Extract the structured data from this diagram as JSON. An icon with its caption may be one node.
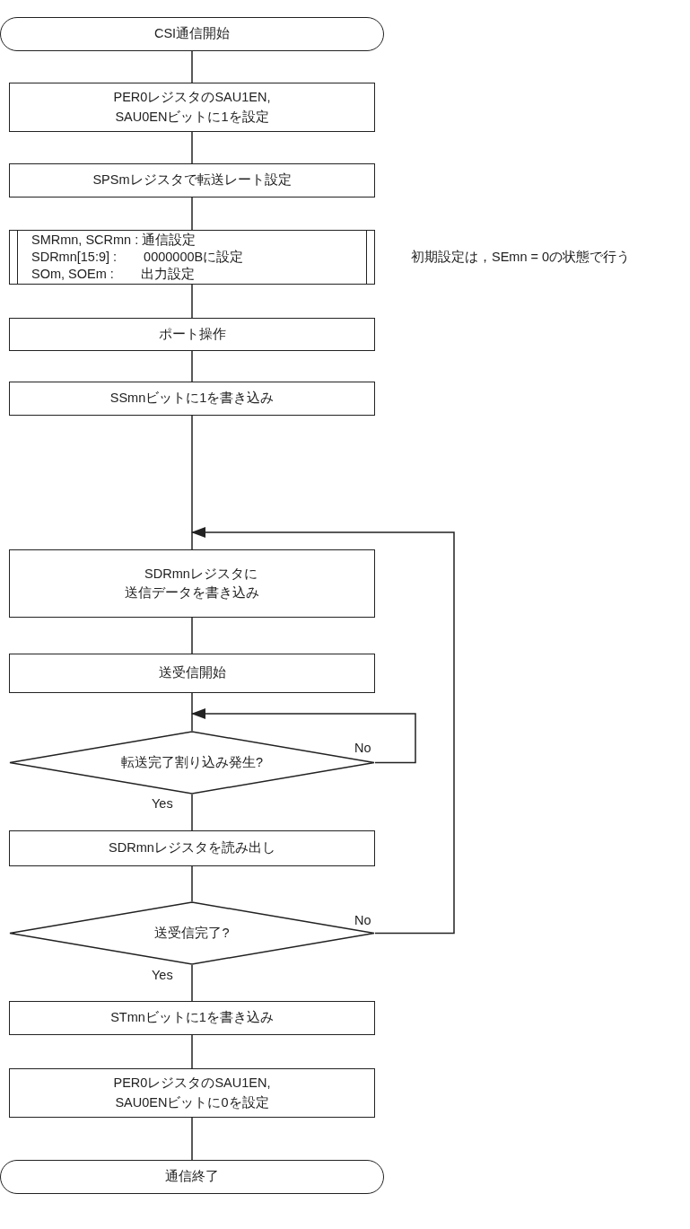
{
  "diagram": {
    "nodes": [
      {
        "text": [
          "CSI通信開始"
        ]
      },
      {
        "text": [
          "PER0レジスタのSAU1EN, SAU0ENビットに1を設定"
        ]
      },
      {
        "text": [
          "SPSmレジスタで転送レート設定"
        ]
      },
      {
        "text": [
          "SMRmn, SCRmn : 通信設定",
          "SDRmn[15:9] :　　0000000Bに設定",
          "SOm, SOEm :　　出力設定"
        ],
        "beside": [
          "初期設定は，SEmn = 0の状態で行う"
        ]
      },
      {
        "text": [
          "ポート操作"
        ]
      },
      {
        "text": [
          "SSmnビットに1を書き込み"
        ]
      },
      {
        "text": [
          "SDRmnレジスタに送信データを書き込み"
        ]
      },
      {
        "text": [
          "送受信開始"
        ]
      },
      {
        "text": [
          "転送完了割り込み発生?"
        ]
      },
      {
        "text": [
          "SDRmnレジスタを読み出し"
        ]
      },
      {
        "text": [
          "送受信完了?"
        ]
      },
      {
        "text": [
          "STmnビットに1を書き込み"
        ]
      },
      {
        "text": [
          "PER0レジスタのSAU1EN, SAU0ENビットに0を設定"
        ]
      },
      {
        "text": [
          "通信終了"
        ]
      }
    ],
    "edges": [
      {
        "from": 0,
        "to": 1,
        "arrow": "none"
      },
      {
        "from": 1,
        "to": 2,
        "arrow": "none"
      },
      {
        "from": 2,
        "to": 3,
        "arrow": "none"
      },
      {
        "from": 3,
        "to": 4,
        "arrow": "none"
      },
      {
        "from": 4,
        "to": 5,
        "arrow": "none"
      },
      {
        "from": 5,
        "to": 6,
        "arrow": "none"
      },
      {
        "from": 6,
        "to": 7,
        "arrow": "none"
      },
      {
        "from": 7,
        "to": 8,
        "arrow": "none"
      },
      {
        "from": 8,
        "to": 8,
        "arrow": "to",
        "label": "No"
      },
      {
        "from": 8,
        "to": 9,
        "arrow": "none",
        "label": "Yes"
      },
      {
        "from": 9,
        "to": 10,
        "arrow": "none"
      },
      {
        "from": 10,
        "to": 6,
        "arrow": "to",
        "label": "No"
      },
      {
        "from": 10,
        "to": 11,
        "arrow": "none",
        "label": "Yes"
      },
      {
        "from": 11,
        "to": 12,
        "arrow": "none"
      },
      {
        "from": 12,
        "to": 13,
        "arrow": "none"
      }
    ]
  }
}
